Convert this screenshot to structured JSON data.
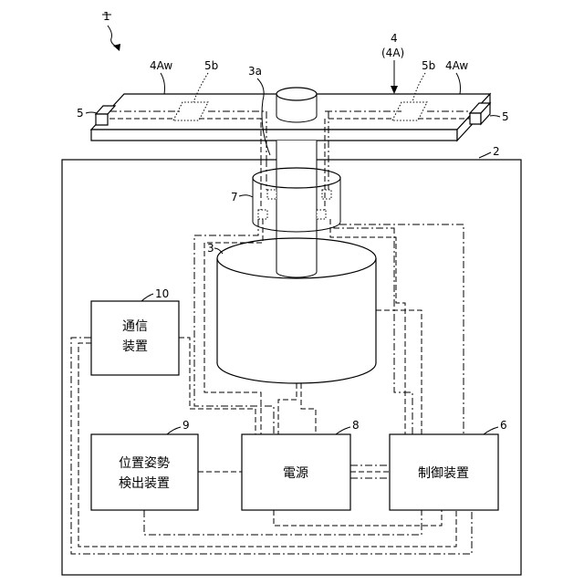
{
  "labels": {
    "system": "1",
    "rotor_ref": "4",
    "rotor_sub": "(4A)",
    "blade_left": "4Aw",
    "blade_right": "4Aw",
    "sensor_left": "5b",
    "sensor_right": "5b",
    "shaft": "3a",
    "end_left": "5",
    "end_right": "5",
    "housing": "2",
    "slip_ring": "7",
    "motor": "3",
    "comm_ref": "10",
    "power_ref": "8",
    "attitude_ref": "9",
    "controller_ref": "6"
  },
  "boxes": {
    "comm_line1": "通信",
    "comm_line2": "装置",
    "attitude_line1": "位置姿勢",
    "attitude_line2": "検出装置",
    "power": "電源",
    "controller": "制御装置"
  }
}
